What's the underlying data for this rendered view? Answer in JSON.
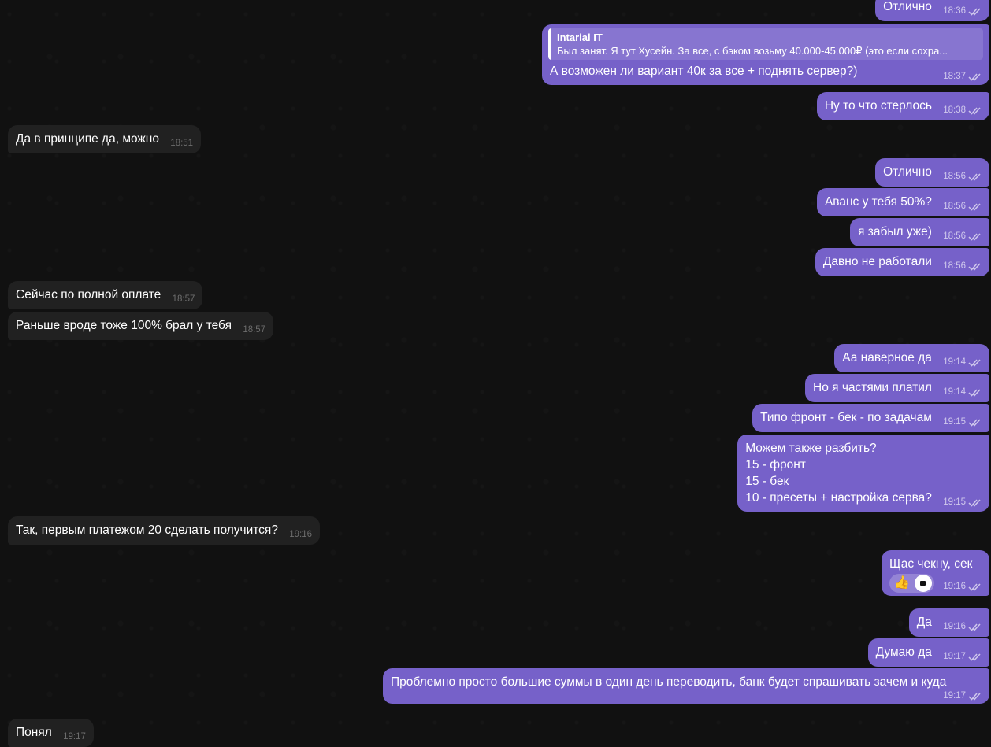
{
  "messages": [
    {
      "id": "m1",
      "dir": "out",
      "text": "Отлично",
      "time": "18:36"
    },
    {
      "id": "m2",
      "dir": "out",
      "text": "А возможен ли вариант 40к за все + поднять сервер?)",
      "time": "18:37",
      "reply": {
        "author": "Intarial IT",
        "text": "Был занят. Я тут Хусейн. За все, с бэком возьму 40.000-45.000₽ (это если сохра..."
      }
    },
    {
      "id": "m3",
      "dir": "out",
      "text": "Ну то что стерлось",
      "time": "18:38"
    },
    {
      "id": "m4",
      "dir": "in",
      "text": "Да в принципе да, можно",
      "time": "18:51"
    },
    {
      "id": "m5",
      "dir": "out",
      "text": "Отлично",
      "time": "18:56"
    },
    {
      "id": "m6",
      "dir": "out",
      "text": "Аванс у тебя 50%?",
      "time": "18:56"
    },
    {
      "id": "m7",
      "dir": "out",
      "text": "я забыл уже)",
      "time": "18:56"
    },
    {
      "id": "m8",
      "dir": "out",
      "text": "Давно не работали",
      "time": "18:56"
    },
    {
      "id": "m9",
      "dir": "in",
      "text": "Сейчас по полной оплате",
      "time": "18:57"
    },
    {
      "id": "m10",
      "dir": "in",
      "text": "Раньше вроде тоже 100% брал у тебя",
      "time": "18:57"
    },
    {
      "id": "m11",
      "dir": "out",
      "text": "Аа наверное да",
      "time": "19:14"
    },
    {
      "id": "m12",
      "dir": "out",
      "text": "Но я частями платил",
      "time": "19:14"
    },
    {
      "id": "m13",
      "dir": "out",
      "text": "Типо фронт - бек - по задачам",
      "time": "19:15"
    },
    {
      "id": "m14",
      "dir": "out",
      "lines": [
        "Можем также разбить?",
        "15 - фронт",
        "15 - бек",
        "10 - пресеты + настройка серва?"
      ],
      "time": "19:15"
    },
    {
      "id": "m15",
      "dir": "in",
      "text": "Так, первым платежом 20 сделать получится?",
      "time": "19:16"
    },
    {
      "id": "m16",
      "dir": "out",
      "text": "Щас чекну, сек",
      "time": "19:16",
      "reaction": {
        "emoji": "👍",
        "icon": "reactor-avatar-icon"
      }
    },
    {
      "id": "m17",
      "dir": "out",
      "text": "Да",
      "time": "19:16"
    },
    {
      "id": "m18",
      "dir": "out",
      "text": "Думаю да",
      "time": "19:17"
    },
    {
      "id": "m19",
      "dir": "out",
      "text": "Проблемно просто большие суммы в один день переводить, банк будет спрашивать зачем и куда",
      "time": "19:17"
    },
    {
      "id": "m20",
      "dir": "in",
      "text": "Понял",
      "time": "19:17"
    }
  ],
  "colors": {
    "outgoing": "#7661c9",
    "incoming": "#212121",
    "background": "#111111",
    "text": "#ffffff"
  },
  "icons": {
    "read_status": "double-check-icon"
  }
}
